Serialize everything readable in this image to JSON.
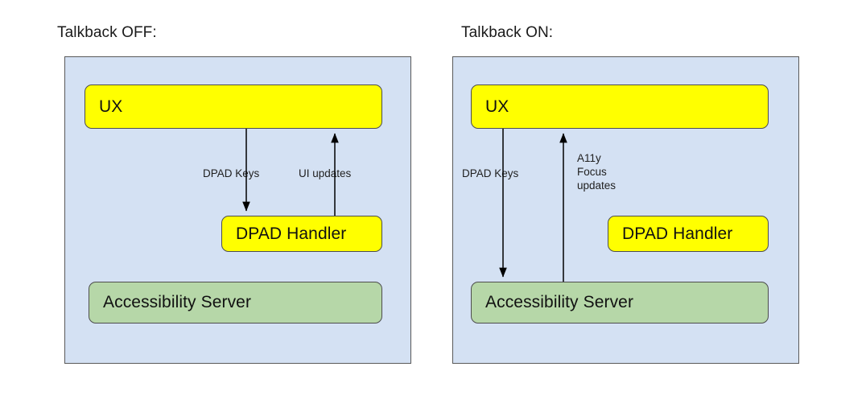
{
  "figure": {
    "background_color": "#ffffff",
    "panel_fill": "#d4e1f3",
    "panel_stroke": "#595959",
    "node_yellow": "#ffff00",
    "node_green": "#b6d7a8",
    "node_stroke": "#4d4d4d",
    "edge_color": "#000000"
  },
  "panels": [
    {
      "id": "talkback-off",
      "title": "Talkback OFF:",
      "nodes": [
        {
          "id": "ux",
          "label": "UX",
          "color": "yellow"
        },
        {
          "id": "dpad-handler",
          "label": "DPAD Handler",
          "color": "yellow"
        },
        {
          "id": "accessibility-server",
          "label": "Accessibility Server",
          "color": "green"
        }
      ],
      "edges": [
        {
          "id": "dpad-keys",
          "label": "DPAD Keys",
          "from": "ux",
          "to": "dpad-handler",
          "direction": "down"
        },
        {
          "id": "ui-updates",
          "label": "UI updates",
          "from": "dpad-handler",
          "to": "ux",
          "direction": "up"
        }
      ]
    },
    {
      "id": "talkback-on",
      "title": "Talkback ON:",
      "nodes": [
        {
          "id": "ux",
          "label": "UX",
          "color": "yellow"
        },
        {
          "id": "dpad-handler",
          "label": "DPAD Handler",
          "color": "yellow"
        },
        {
          "id": "accessibility-server",
          "label": "Accessibility Server",
          "color": "green"
        }
      ],
      "edges": [
        {
          "id": "dpad-keys",
          "label": "DPAD Keys",
          "from": "ux",
          "to": "accessibility-server",
          "direction": "down"
        },
        {
          "id": "a11y-focus-updates",
          "label": "A11y\nFocus\nupdates",
          "line1": "A11y",
          "line2": "Focus",
          "line3": "updates",
          "from": "accessibility-server",
          "to": "ux",
          "direction": "up"
        }
      ]
    }
  ]
}
